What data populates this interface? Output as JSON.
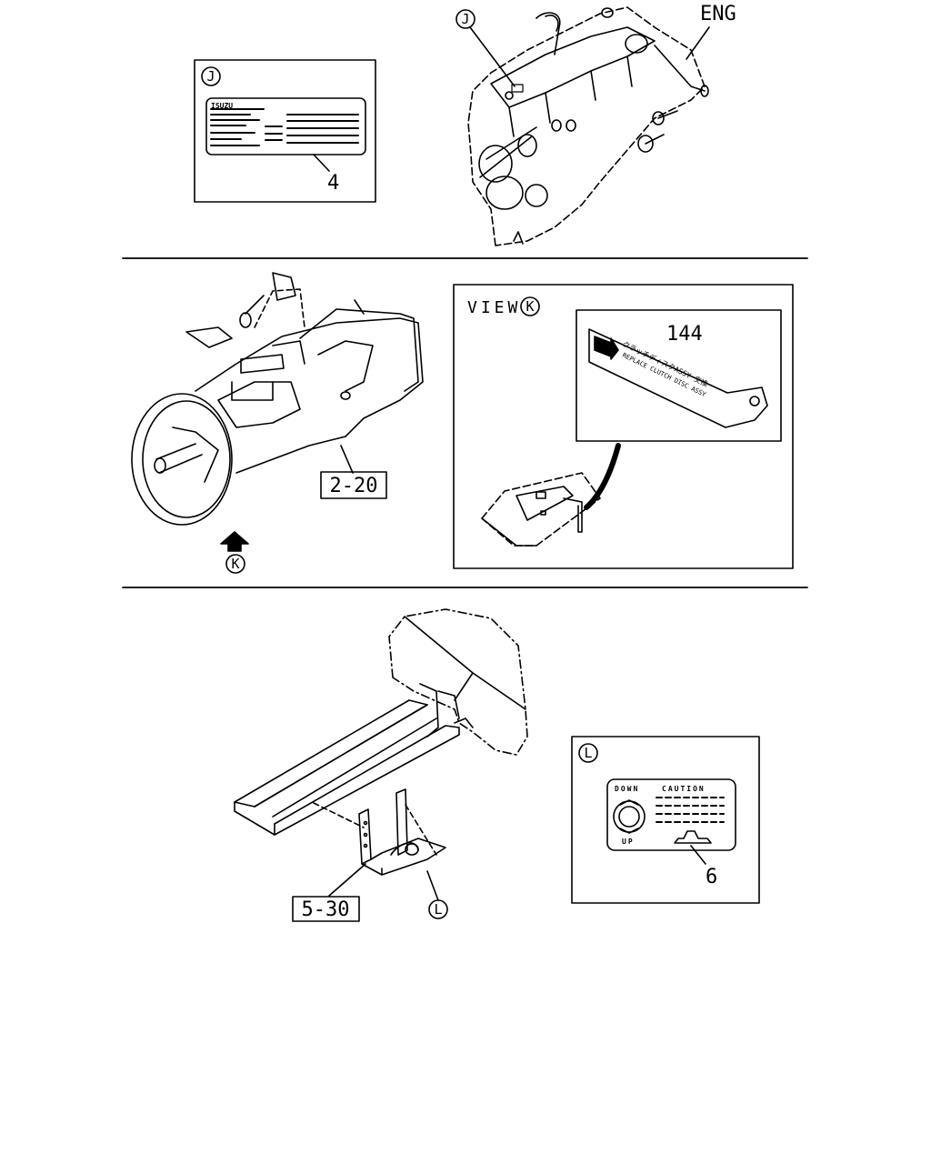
{
  "panel_top": {
    "engine_label": "ENG",
    "callout_engine": "J",
    "detail_callout": "J",
    "part_number": "4",
    "label_brand": "ISUZU"
  },
  "panel_middle": {
    "view_title": "VIEW",
    "view_callout": "K",
    "arrow_callout": "K",
    "ref_box": "2-20",
    "part_number": "144",
    "label_line1": "クラッチディスクASSY 交換",
    "label_line2": "REPLACE CLUTCH DISC ASSY"
  },
  "panel_bottom": {
    "ref_box": "5-30",
    "frame_callout": "L",
    "detail_callout": "L",
    "part_number": "6",
    "label_down": "DOWN",
    "label_caution": "CAUTION",
    "label_up": "UP"
  }
}
